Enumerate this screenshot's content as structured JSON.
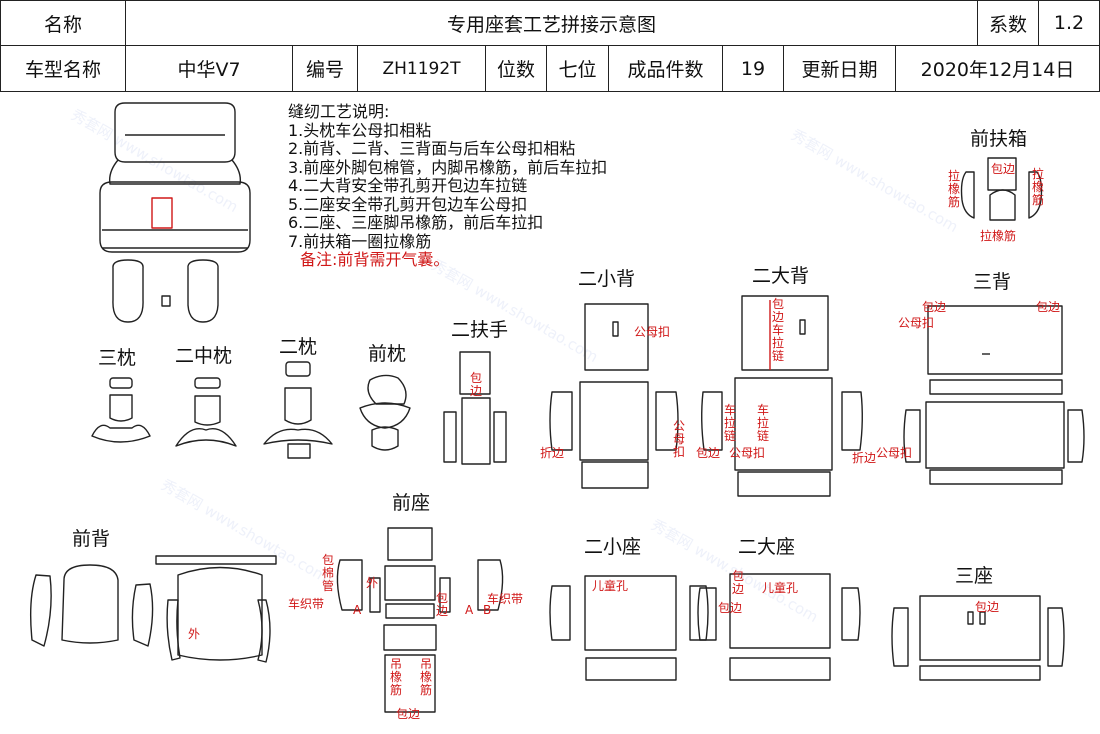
{
  "header": {
    "row1": {
      "name_label": "名称",
      "title": "专用座套工艺拼接示意图",
      "coef_label": "系数",
      "coef_value": "1.2"
    },
    "row2": {
      "model_label": "车型名称",
      "model_value": "中华V7",
      "code_label": "编号",
      "code_value": "ZH1192T",
      "seats_label": "位数",
      "seats_value": "七位",
      "pieces_label": "成品件数",
      "pieces_value": "19",
      "date_label": "更新日期",
      "date_value": "2020年12月14日"
    }
  },
  "notes": {
    "title": "缝纫工艺说明:",
    "items": [
      "1.头枕车公母扣相粘",
      "2.前背、二背、三背面与后车公母扣相粘",
      "3.前座外脚包棉管，内脚吊橡筋，前后车拉扣",
      "4.二大背安全带孔剪开包边车拉链",
      "5.二座安全带孔剪开包边车公母扣",
      "6.二座、三座脚吊橡筋，前后车拉扣",
      "7.前扶箱一圈拉橡筋"
    ],
    "remark": "备注:前背需开气囊。"
  },
  "sections": {
    "front_armrest_box": "前扶箱",
    "second_small_back": "二小背",
    "second_large_back": "二大背",
    "third_back": "三背",
    "third_headrest": "三枕",
    "second_middle_headrest": "二中枕",
    "second_headrest": "二枕",
    "front_headrest": "前枕",
    "second_armrest": "二扶手",
    "front_back": "前背",
    "front_seat": "前座",
    "second_small_seat": "二小座",
    "second_large_seat": "二大座",
    "third_seat": "三座"
  },
  "annotations": {
    "pull_elastic": "拉橡筋",
    "bind_edge": "包边",
    "snap": "公母扣",
    "zipper": "拉链",
    "fold_edge": "折边",
    "pull": "拉",
    "car_pull": "车拉",
    "car_pull_zipper": "车拉链",
    "child_hole": "儿童孔",
    "outer": "外",
    "car_webbing": "车织带",
    "webbing": "织带",
    "cotton_tube": "包棉管",
    "hang_elastic": "吊橡筋",
    "a": "A",
    "b": "B"
  },
  "watermark": {
    "text_cn": "秀套网",
    "text_en": "www.showtao.com"
  },
  "colors": {
    "line": "#222222",
    "annotation": "#d01818",
    "watermark": "#9db3e0"
  }
}
